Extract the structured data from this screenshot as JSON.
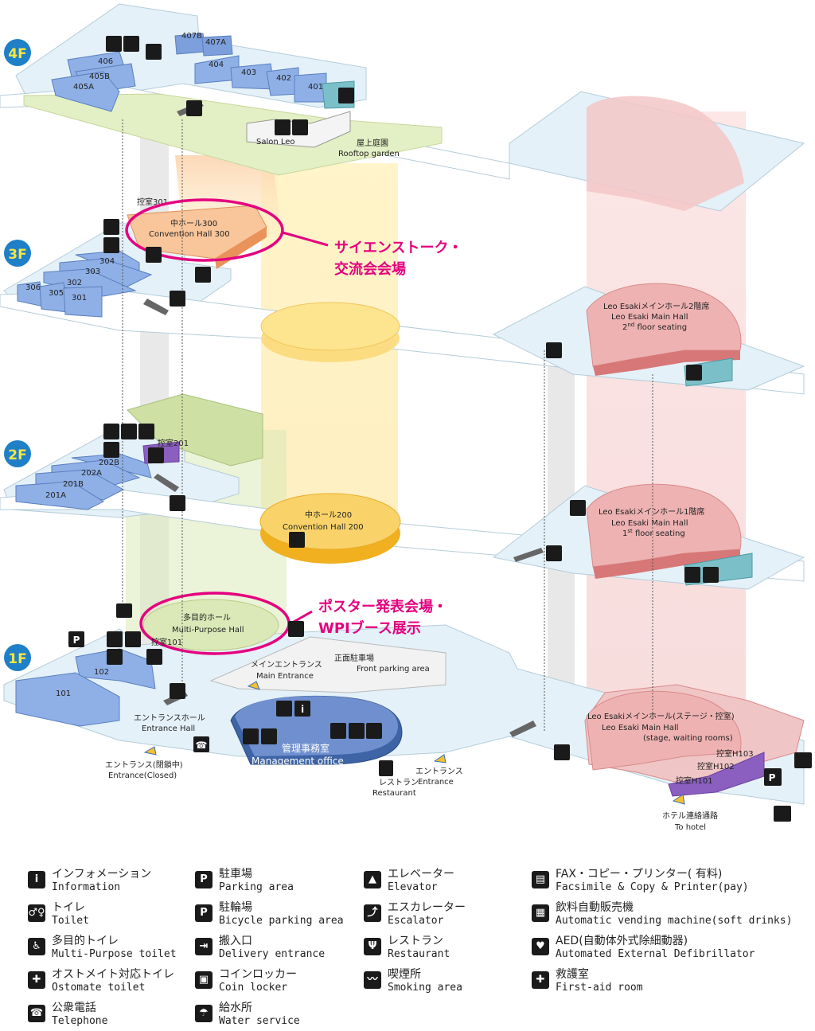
{
  "floors": {
    "f4": "4F",
    "f3": "3F",
    "f2": "2F",
    "f1": "1F"
  },
  "rooms_4f": {
    "r407b": "407B",
    "r407a": "407A",
    "r406": "406",
    "r405b": "405B",
    "r405a": "405A",
    "r404": "404",
    "r403": "403",
    "r402": "402",
    "r401": "401",
    "salon": "Salon Leo",
    "garden_ja": "屋上庭園",
    "garden_en": "Rooftop garden"
  },
  "rooms_3f": {
    "hikae": "控室301",
    "hall_ja": "中ホール300",
    "hall_en": "Convention Hall 300",
    "r304": "304",
    "r303": "303",
    "r302": "302",
    "r306": "306",
    "r305": "305",
    "r301": "301"
  },
  "rooms_2f": {
    "hikae": "控室201",
    "r202b": "202B",
    "r202a": "202A",
    "r201b": "201B",
    "r201a": "201A",
    "hall_ja": "中ホール200",
    "hall_en": "Convention Hall 200"
  },
  "rooms_1f": {
    "mp_ja": "多目的ホール",
    "mp_en": "Multi-Purpose Hall",
    "hikae": "控室101",
    "r102": "102",
    "r101": "101",
    "main_ent_ja": "メインエントランス",
    "main_ent_en": "Main Entrance",
    "parking_ja": "正面駐車場",
    "parking_en": "Front parking area",
    "ent_hall_ja": "エントランスホール",
    "ent_hall_en": "Entrance Hall",
    "office_ja": "管理事務室",
    "office_en": "Management office",
    "ent_closed_ja": "エントランス(閉鎖中)",
    "ent_closed_en": "Entrance(Closed)",
    "rest_ja": "レストラン",
    "rest_en": "Restaurant",
    "ent_ja": "エントランス",
    "ent_en": "Entrance",
    "h103": "控室H103",
    "h102": "控室H102",
    "h101": "控室H101",
    "hotel_ja": "ホテル連絡通路",
    "hotel_en": "To hotel"
  },
  "main_hall": {
    "f2_ja": "Leo Esakiメインホール2階席",
    "f2_en": "Leo Esaki Main Hall",
    "f2_sub_pre": "2",
    "f2_sub_sup": "nd",
    "f2_sub_post": " floor seating",
    "f1_ja": "Leo Esakiメインホール1階席",
    "f1_en": "Leo Esaki Main Hall",
    "f1_sub_pre": "1",
    "f1_sub_sup": "st",
    "f1_sub_post": " floor seating",
    "stage_ja": "Leo Esakiメインホール(ステージ・控室)",
    "stage_en": "Leo Esaki Main Hall",
    "stage_sub": "(stage, waiting rooms)"
  },
  "callouts": {
    "science_l1": "サイエンストーク・",
    "science_l2": "交流会会場",
    "poster_l1": "ポスター発表会場・",
    "poster_l2": "WPIブース展示"
  },
  "colors": {
    "callout": "#e4007f",
    "floor_badge": "#1f7fc7",
    "room_blue": "#7d9fdc",
    "hall_orange": "#f0a060",
    "hall_yellow": "#f5c030",
    "main_hall_pink": "#e89a9a",
    "garden_green": "#e3efc4",
    "floor_plate": "#e4f1f8"
  },
  "legend": [
    {
      "icon": "information-icon",
      "glyph": "i",
      "ja": "インフォメーション",
      "en": "Information"
    },
    {
      "icon": "parking-icon",
      "glyph": "P",
      "ja": "駐車場",
      "en": "Parking area"
    },
    {
      "icon": "elevator-icon",
      "glyph": "▲",
      "ja": "エレベーター",
      "en": "Elevator"
    },
    {
      "icon": "fax-copy-icon",
      "glyph": "▤",
      "ja": "FAX・コピー・プリンター( 有料)",
      "en": "Facsimile & Copy & Printer(pay)"
    },
    {
      "icon": "toilet-icon",
      "glyph": "♂♀",
      "ja": "トイレ",
      "en": "Toilet"
    },
    {
      "icon": "bicycle-parking-icon",
      "glyph": "P",
      "ja": "駐輪場",
      "en": "Bicycle parking area"
    },
    {
      "icon": "escalator-icon",
      "glyph": "⤴",
      "ja": "エスカレーター",
      "en": "Escalator"
    },
    {
      "icon": "vending-machine-icon",
      "glyph": "▦",
      "ja": "飲料自動販売機",
      "en": "Automatic vending machine(soft drinks)"
    },
    {
      "icon": "accessible-toilet-icon",
      "glyph": "♿",
      "ja": "多目的トイレ",
      "en": "Multi-Purpose toilet"
    },
    {
      "icon": "delivery-entrance-icon",
      "glyph": "⇥",
      "ja": "搬入口",
      "en": "Delivery entrance"
    },
    {
      "icon": "restaurant-icon",
      "glyph": "Ψ",
      "ja": "レストラン",
      "en": "Restaurant"
    },
    {
      "icon": "aed-icon",
      "glyph": "♥",
      "ja": "AED(自動体外式除細動器)",
      "en": "Automated External Defibrillator"
    },
    {
      "icon": "ostomate-toilet-icon",
      "glyph": "✚",
      "ja": "オストメイト対応トイレ",
      "en": "Ostomate toilet"
    },
    {
      "icon": "coin-locker-icon",
      "glyph": "▣",
      "ja": "コインロッカー",
      "en": "Coin locker"
    },
    {
      "icon": "smoking-area-icon",
      "glyph": "〰",
      "ja": "喫煙所",
      "en": "Smoking area"
    },
    {
      "icon": "first-aid-icon",
      "glyph": "✚",
      "ja": "救護室",
      "en": "First-aid room"
    },
    {
      "icon": "telephone-icon",
      "glyph": "☎",
      "ja": "公衆電話",
      "en": "Telephone"
    },
    {
      "icon": "water-service-icon",
      "glyph": "☂",
      "ja": "給水所",
      "en": "Water service"
    }
  ]
}
